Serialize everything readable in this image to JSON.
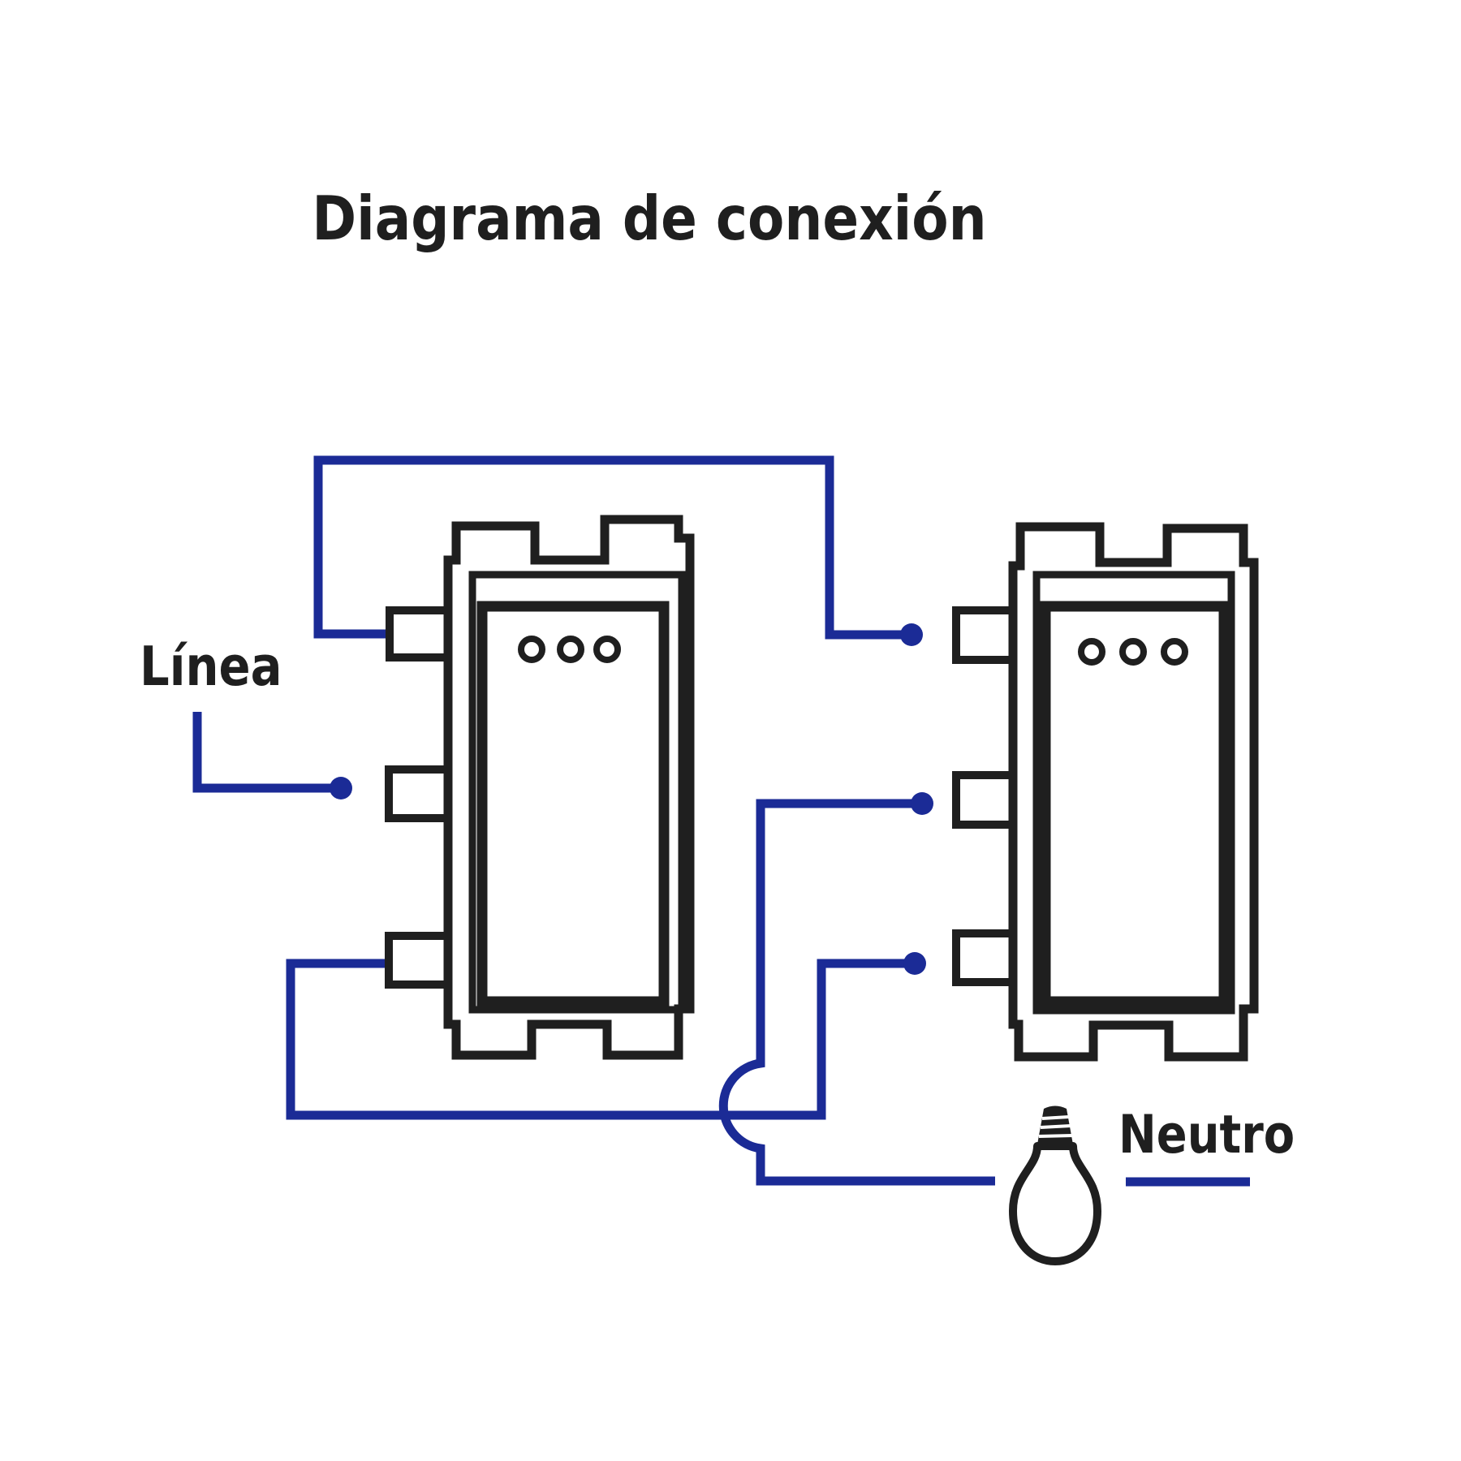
{
  "title": "Diagrama de conexión",
  "labels": {
    "linea": "Línea",
    "neutro": "Neutro"
  },
  "colors": {
    "wire": "#1b2b96",
    "line": "#1f1f1f",
    "background": "#ffffff"
  },
  "icons": {
    "left_switch": "three-way-switch-module-icon",
    "right_switch": "three-way-switch-module-icon",
    "bulb": "light-bulb-icon"
  }
}
